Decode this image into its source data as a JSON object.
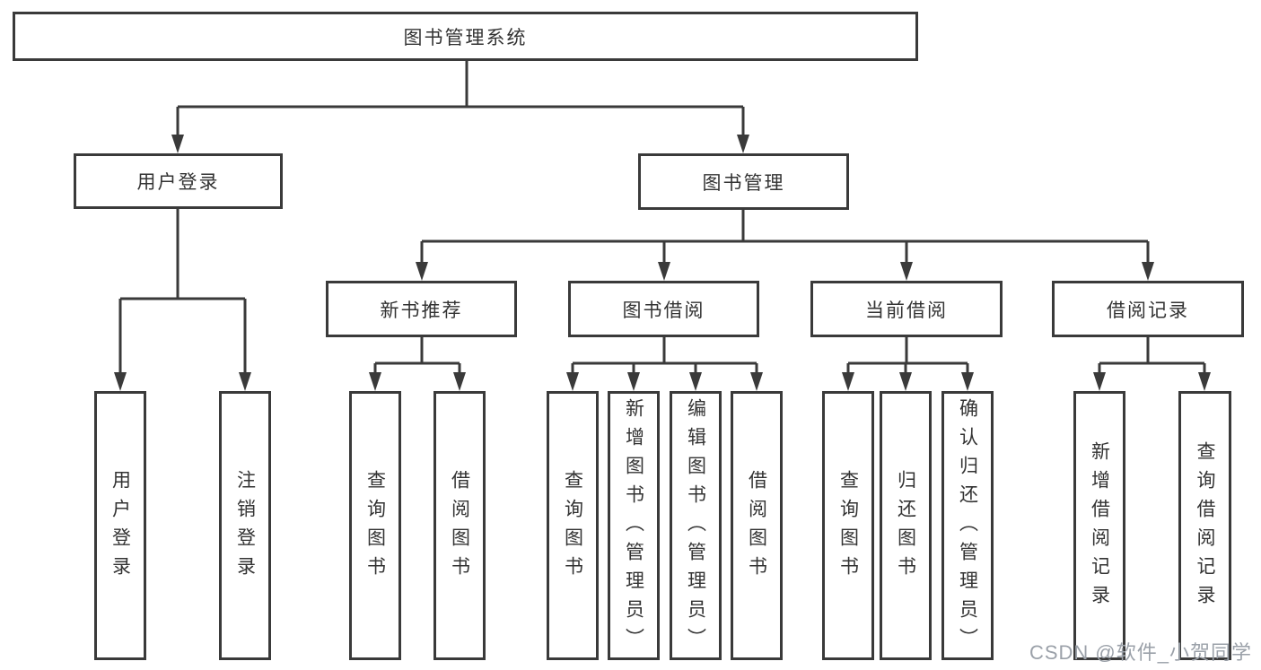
{
  "colors": {
    "line": "#3a3a3a",
    "text": "#333333",
    "watermark": "#9ba1a9"
  },
  "watermark": {
    "text": "CSDN @软件_小贺同学"
  },
  "tree": {
    "label": "图书管理系统",
    "children": [
      {
        "label": "用户登录",
        "children": [
          {
            "label": "用户登录"
          },
          {
            "label": "注销登录"
          }
        ]
      },
      {
        "label": "图书管理",
        "children": [
          {
            "label": "新书推荐",
            "children": [
              {
                "label": "查询图书"
              },
              {
                "label": "借阅图书"
              }
            ]
          },
          {
            "label": "图书借阅",
            "children": [
              {
                "label": "查询图书"
              },
              {
                "label": "新增图书（管理员）"
              },
              {
                "label": "编辑图书（管理员）"
              },
              {
                "label": "借阅图书"
              }
            ]
          },
          {
            "label": "当前借阅",
            "children": [
              {
                "label": "查询图书"
              },
              {
                "label": "归还图书"
              },
              {
                "label": "确认归还（管理员）"
              }
            ]
          },
          {
            "label": "借阅记录",
            "children": [
              {
                "label": "新增借阅记录"
              },
              {
                "label": "查询借阅记录"
              }
            ]
          }
        ]
      }
    ]
  }
}
